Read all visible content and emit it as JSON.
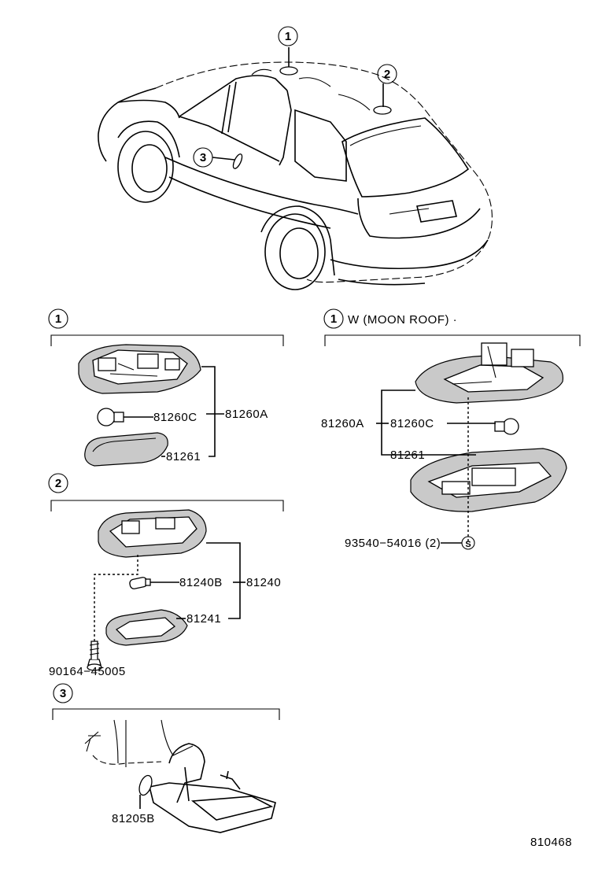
{
  "callouts": {
    "one": "1",
    "two": "2",
    "three": "3"
  },
  "sections": {
    "s1": {
      "num": "1"
    },
    "s1w": {
      "num": "1",
      "title": "W (MOON ROOF) ·"
    },
    "s2": {
      "num": "2"
    },
    "s3": {
      "num": "3"
    }
  },
  "parts": {
    "p81260C_a": "81260C",
    "p81260A_a": "81260A",
    "p81261_a": "81261",
    "p81260A_b": "81260A",
    "p81260C_b": "81260C",
    "p81261_b": "81261",
    "p93540": "93540−54016 (2)",
    "s_symbol": "S",
    "p81240B": "81240B",
    "p81240": "81240",
    "p81241": "81241",
    "p90164": "90164−45005",
    "p81205B": "81205B"
  },
  "drawing_number": "810468"
}
